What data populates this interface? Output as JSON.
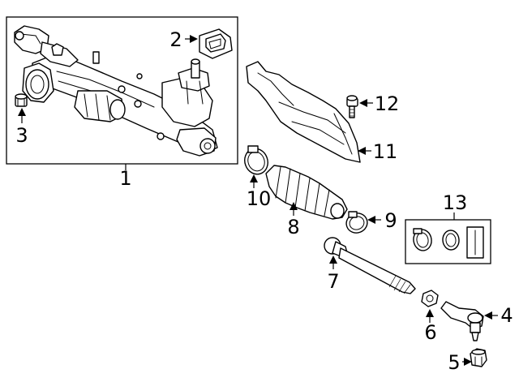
{
  "callouts": {
    "c1": "1",
    "c2": "2",
    "c3": "3",
    "c4": "4",
    "c5": "5",
    "c6": "6",
    "c7": "7",
    "c8": "8",
    "c9": "9",
    "c10": "10",
    "c11": "11",
    "c12": "12",
    "c13": "13"
  },
  "parts": {
    "p1": "steering-gear-assembly",
    "p2": "mounting-bushing",
    "p3": "mounting-bolt",
    "p4": "outer-tie-rod-end",
    "p5": "tie-rod-end-nut",
    "p6": "jam-nut",
    "p7": "inner-tie-rod",
    "p8": "dust-boot",
    "p9": "boot-clamp-outer",
    "p10": "boot-clamp-inner",
    "p11": "heat-shield",
    "p12": "heat-shield-bolt",
    "p13": "boot-kit"
  }
}
